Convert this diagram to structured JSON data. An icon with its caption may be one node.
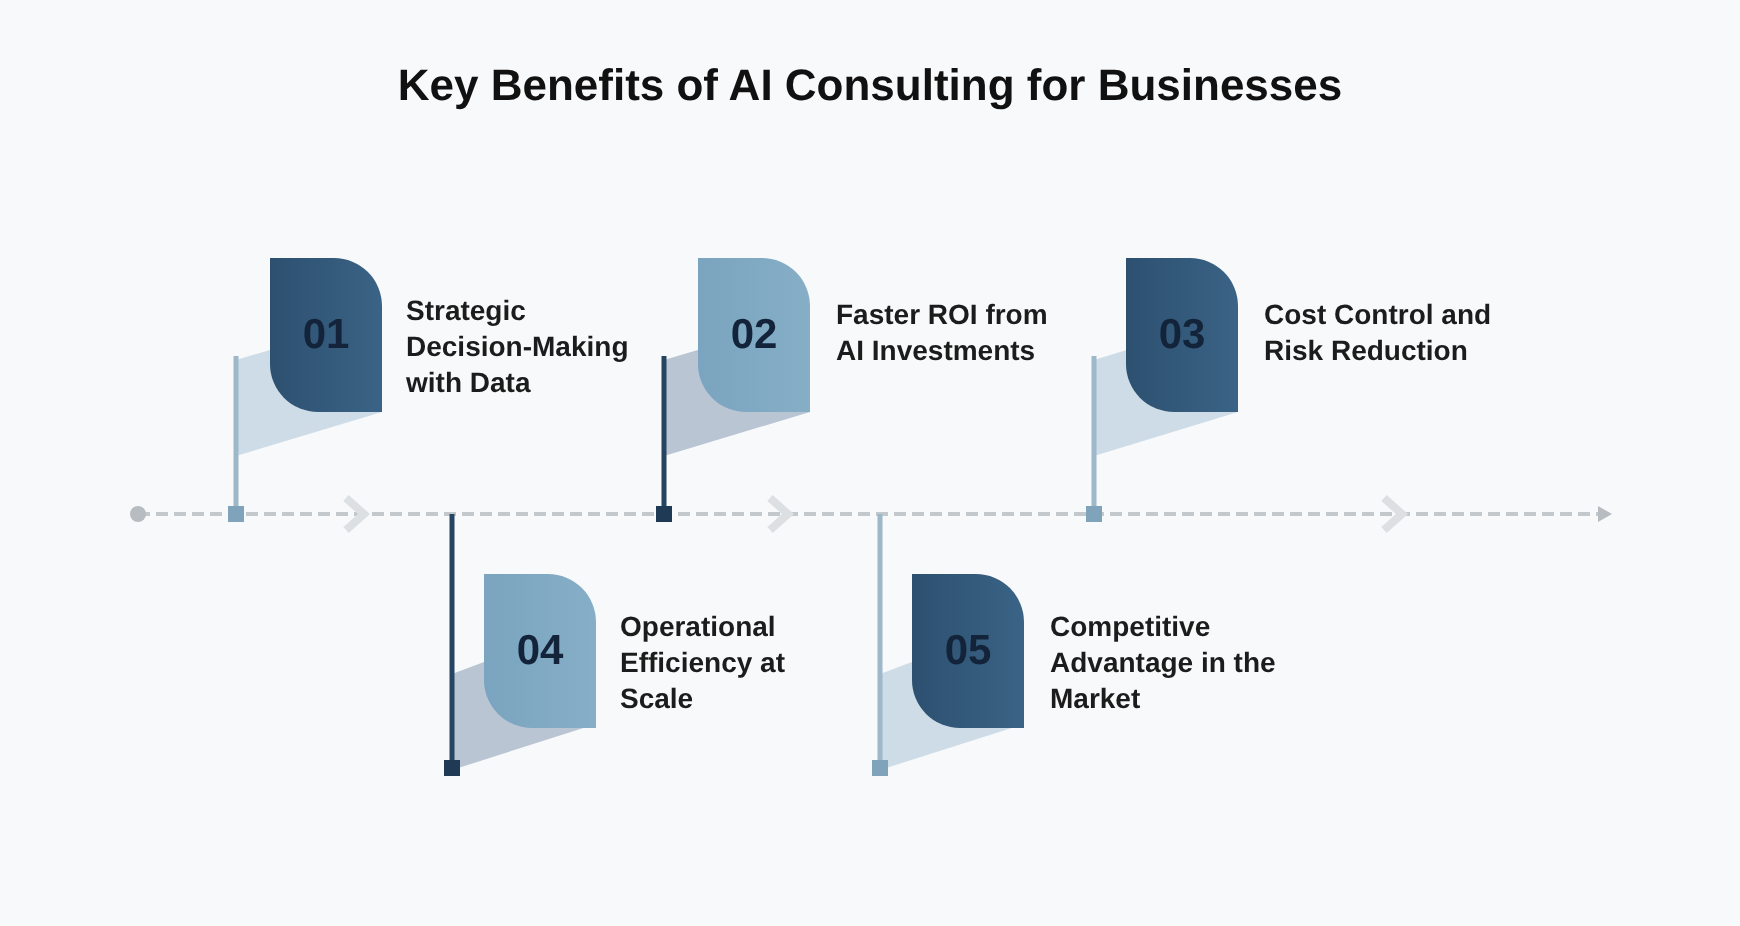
{
  "diagram": {
    "title": "Key Benefits of AI Consulting for Businesses",
    "nodes": [
      {
        "text": [
          "01"
        ],
        "beside": [
          "Strategic Decision-Making with Data"
        ]
      },
      {
        "text": [
          "02"
        ],
        "beside": [
          "Faster ROI from AI Investments"
        ]
      },
      {
        "text": [
          "03"
        ],
        "beside": [
          "Cost Control and Risk Reduction"
        ]
      },
      {
        "text": [
          "04"
        ],
        "beside": [
          "Operational Efficiency at Scale"
        ]
      },
      {
        "text": [
          "05"
        ],
        "beside": [
          "Competitive Advantage in the Market"
        ]
      }
    ]
  }
}
